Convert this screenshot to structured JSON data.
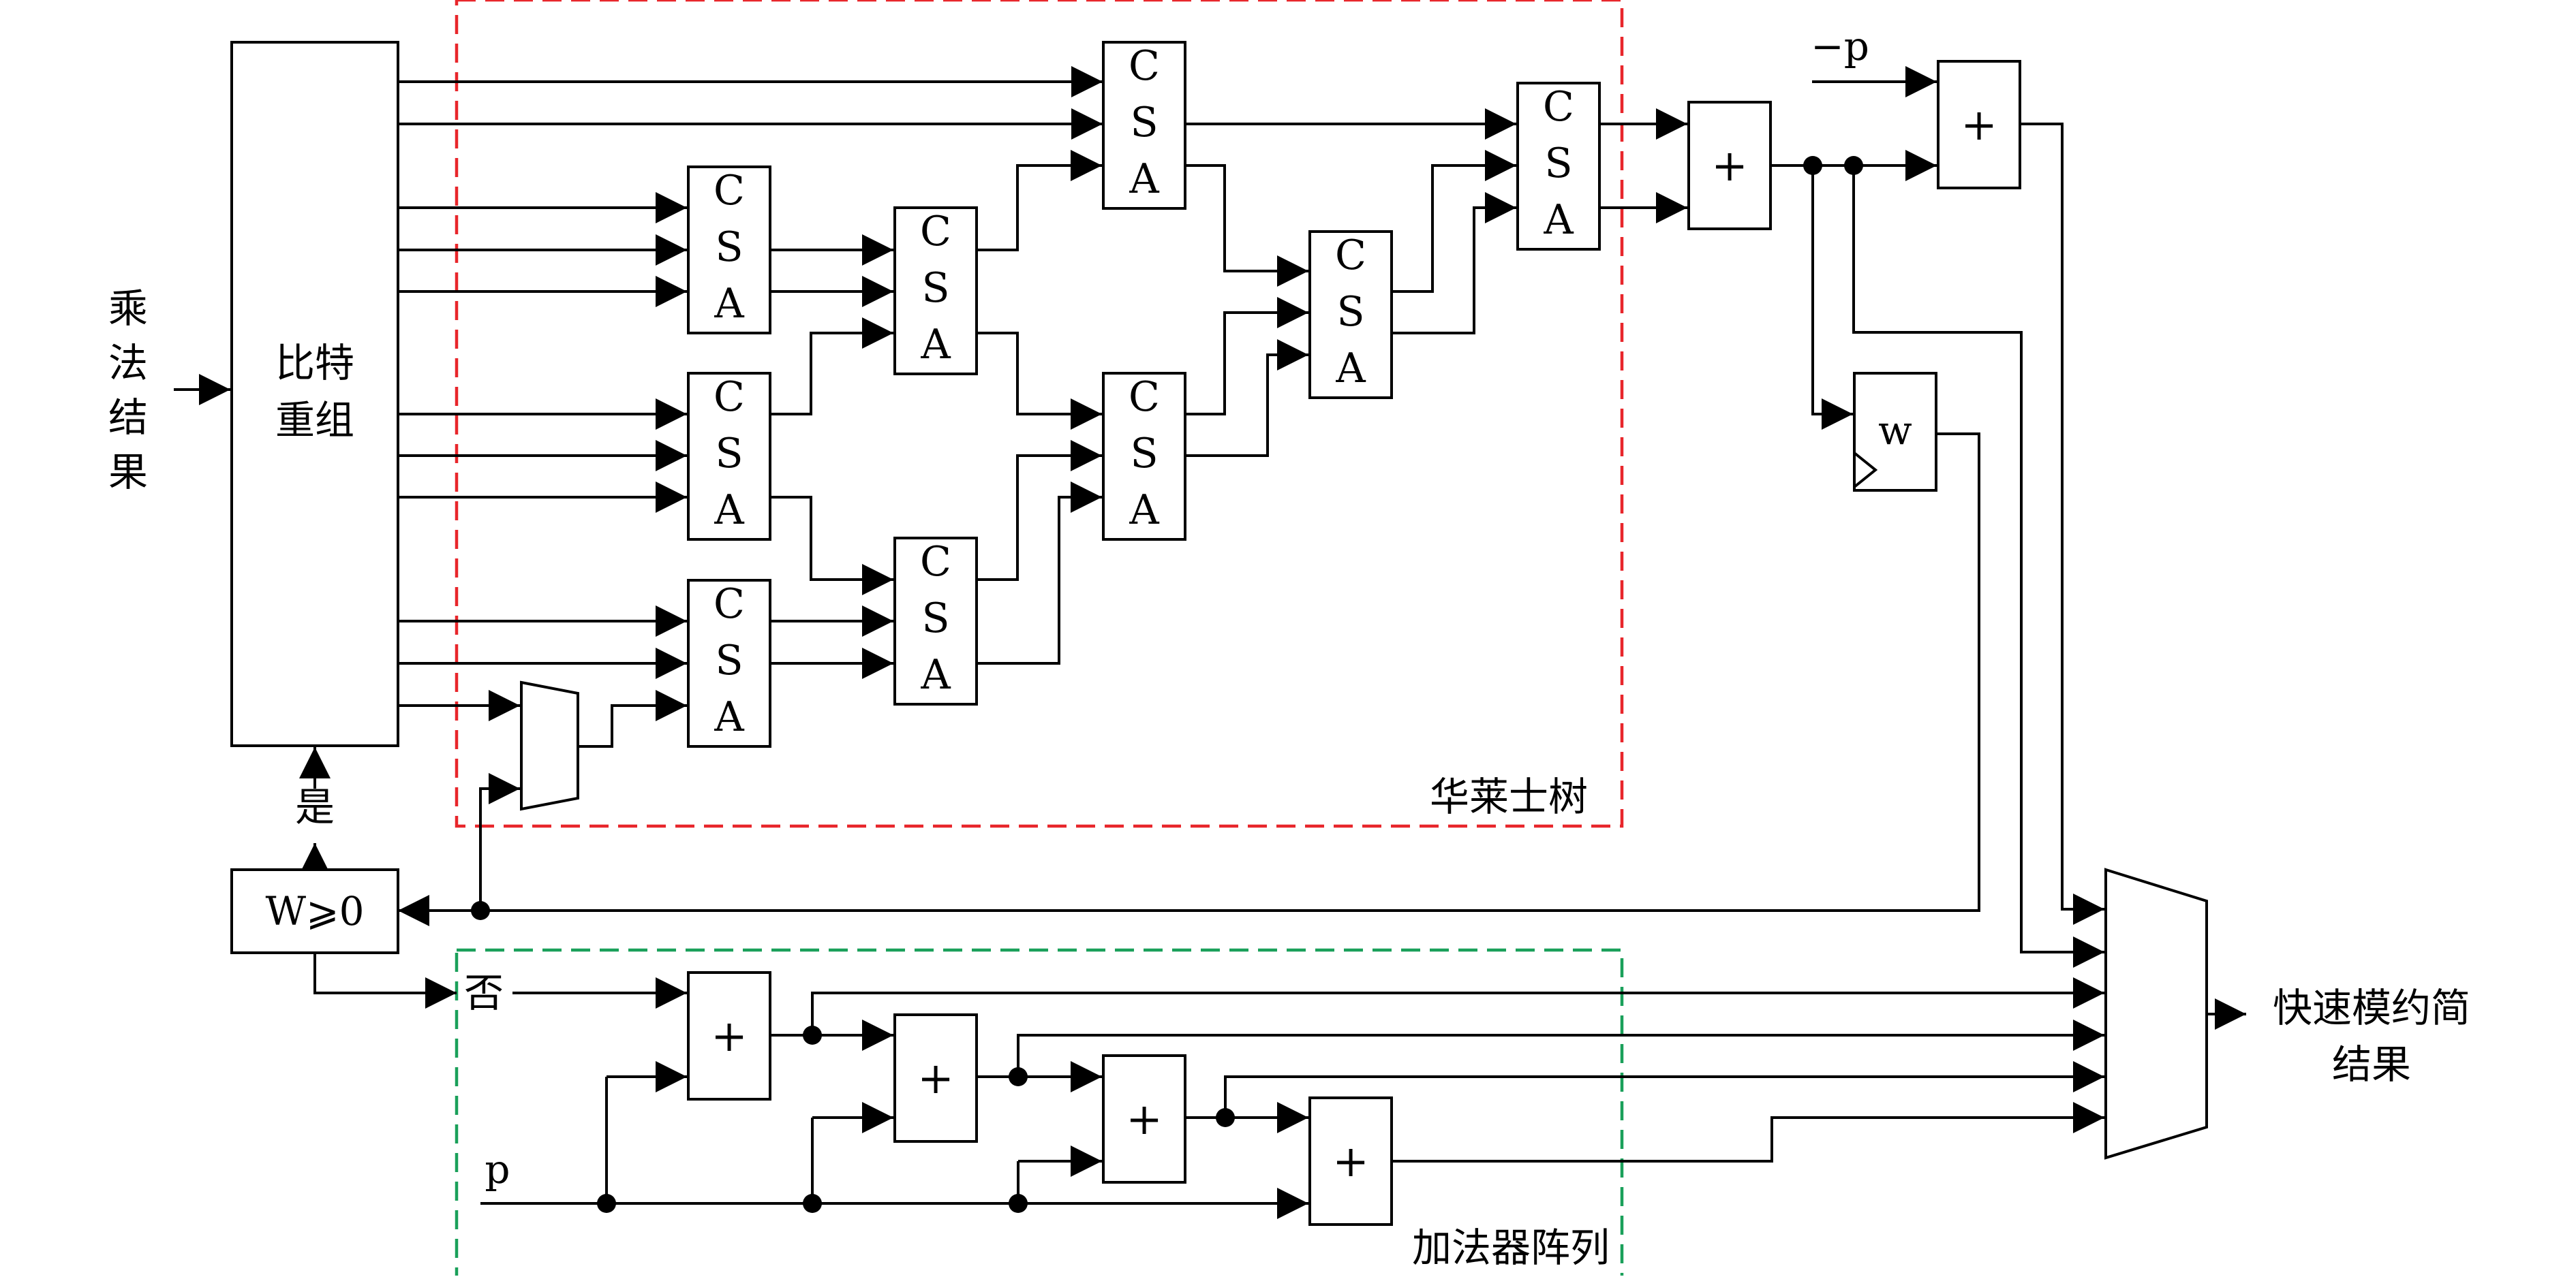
{
  "input_label": [
    "乘",
    "法",
    "结",
    "果"
  ],
  "bit_regroup": [
    "比特",
    "重组"
  ],
  "csa": [
    "C",
    "S",
    "A"
  ],
  "plus": "+",
  "minus_p": "−p",
  "w_register": "w",
  "condition": "W⩾0",
  "yes": "是",
  "no": "否",
  "p_input": "p",
  "wallace_tree": "华莱士树",
  "adder_array": "加法器阵列",
  "output_label": [
    "快速模约简",
    "结果"
  ],
  "colors": {
    "wallace_border": "#e8262b",
    "adder_border": "#1aa05a",
    "wallace_text": "#e8262b",
    "adder_text": "#1aa05a"
  }
}
